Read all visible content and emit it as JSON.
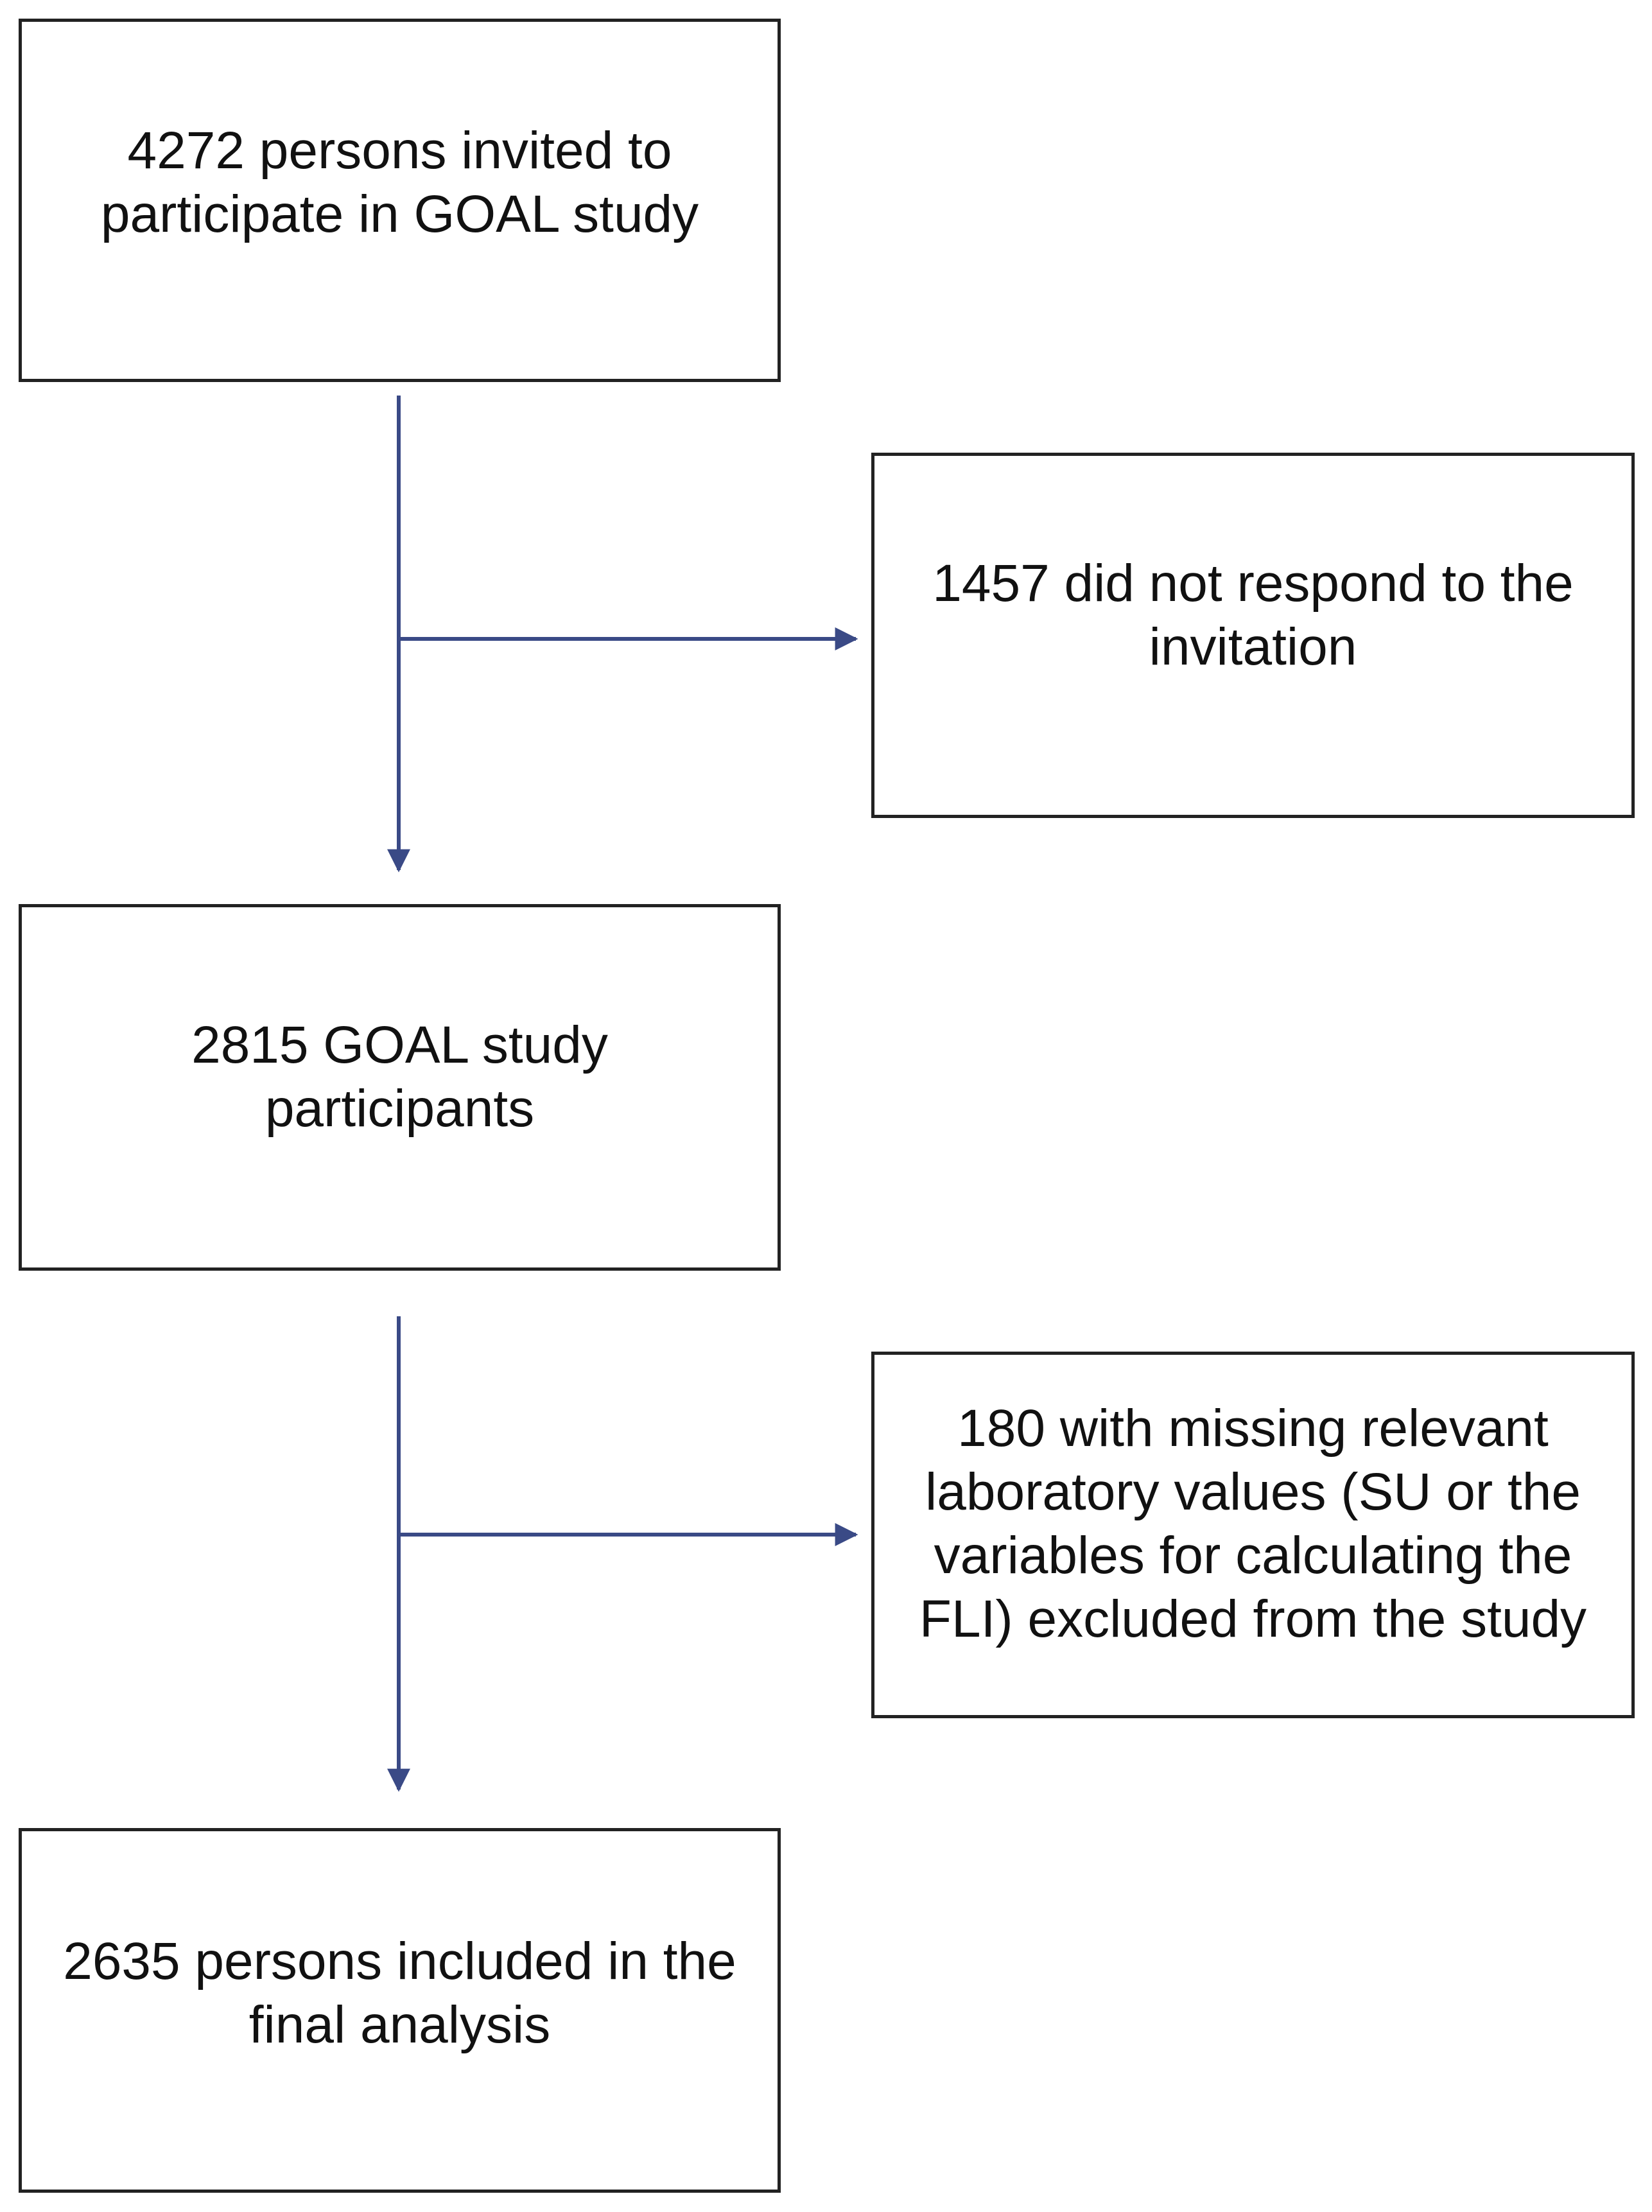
{
  "flowchart": {
    "accent_color": "#3a4a86",
    "border_color": "#222222",
    "boxes": {
      "invited": {
        "lines": [
          "4272 persons invited to",
          "participate in GOAL study"
        ]
      },
      "no_response": {
        "lines": [
          "1457 did not respond to the",
          "invitation"
        ]
      },
      "participants": {
        "lines": [
          "2815 GOAL study",
          "participants"
        ]
      },
      "excluded": {
        "lines": [
          "180 with missing relevant",
          "laboratory values (SU or the",
          "variables for calculating the",
          "FLI) excluded from the study"
        ]
      },
      "final": {
        "lines": [
          "2635 persons included in the",
          "final analysis"
        ]
      }
    }
  }
}
